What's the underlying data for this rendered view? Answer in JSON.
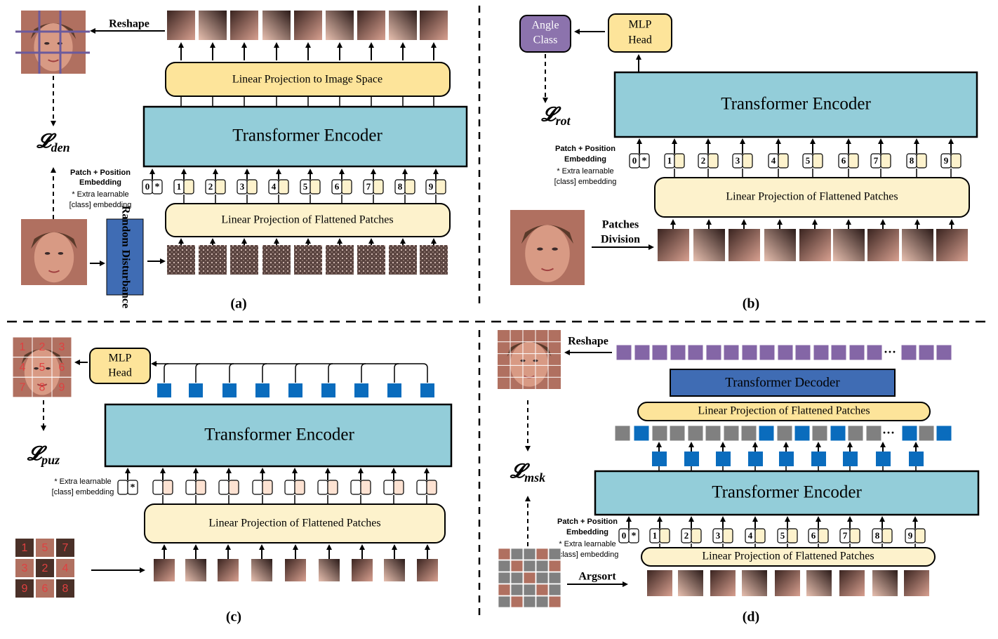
{
  "panels": {
    "a": {
      "caption": "(a)",
      "reshape_label": "Reshape",
      "linear_proj_image": "Linear Projection to Image Space",
      "encoder_title": "Transformer Encoder",
      "linear_proj_patches": "Linear Projection of Flattened Patches",
      "loss_main": "𝓛",
      "loss_sub": "den",
      "patch_pos_line1": "Patch + Position",
      "patch_pos_line2": "Embedding",
      "extra_line1": "* Extra learnable",
      "extra_line2": "[class] embedding",
      "random_disturbance": "Random Disturbance",
      "tokens": [
        "0",
        "1",
        "2",
        "3",
        "4",
        "5",
        "6",
        "7",
        "8",
        "9"
      ],
      "star": "*"
    },
    "b": {
      "caption": "(b)",
      "angle_class": [
        "Angle",
        "Class"
      ],
      "mlp_head": [
        "MLP",
        "Head"
      ],
      "encoder_title": "Transformer Encoder",
      "loss_main": "𝓛",
      "loss_sub": "rot",
      "patch_pos_line1": "Patch + Position",
      "patch_pos_line2": "Embedding",
      "extra_line1": "* Extra learnable",
      "extra_line2": "[class] embedding",
      "linear_proj_patches": "Linear Projection of Flattened Patches",
      "patches_division": [
        "Patches",
        "Division"
      ],
      "tokens": [
        "0",
        "1",
        "2",
        "3",
        "4",
        "5",
        "6",
        "7",
        "8",
        "9"
      ],
      "star": "*"
    },
    "c": {
      "caption": "(c)",
      "mlp_head": [
        "MLP",
        "Head"
      ],
      "encoder_title": "Transformer Encoder",
      "loss_main": "𝓛",
      "loss_sub": "puz",
      "extra_line1": "* Extra learnable",
      "extra_line2": "[class] embedding",
      "linear_proj_patches": "Linear Projection of Flattened Patches",
      "grid_numbers_ordered": [
        "1",
        "2",
        "3",
        "4",
        "5",
        "6",
        "7",
        "8",
        "9"
      ],
      "grid_numbers_shuffled": [
        "1",
        "5",
        "7",
        "3",
        "2",
        "4",
        "9",
        "6",
        "8"
      ],
      "star": "*"
    },
    "d": {
      "caption": "(d)",
      "reshape_label": "Reshape",
      "decoder_title": "Transformer Decoder",
      "linear_proj_top": "Linear Projection of Flattened Patches",
      "encoder_title": "Transformer Encoder",
      "linear_proj_bottom": "Linear Projection of Flattened Patches",
      "loss_main": "𝓛",
      "loss_sub": "msk",
      "patch_pos_line1": "Patch + Position",
      "patch_pos_line2": "Embedding",
      "extra_line1": "* Extra learnable",
      "extra_line2": "[class] embedding",
      "argsort_label": "Argsort",
      "ellipsis": "···",
      "tokens": [
        "0",
        "1",
        "2",
        "3",
        "4",
        "5",
        "6",
        "7",
        "8",
        "9"
      ],
      "star": "*"
    }
  },
  "colors": {
    "encoder_fill": "#93cdd9",
    "proj_fill": "#fdf2cc",
    "proj_image_fill": "#fde49a",
    "token_fill": "#fdf2cc",
    "token_pink": "#fde2d2",
    "angle_fill": "#8c73ad",
    "disturb_fill": "#3f6cb4",
    "decoder_fill": "#3f6cb4",
    "blue_square": "#0a6cbd",
    "purple_square": "#8466a6",
    "gray_square": "#808080",
    "grid_line": "#6b5a9c",
    "face_skin": "#d89a84",
    "face_hair": "#5a3a2a",
    "number_red": "#e04040"
  }
}
